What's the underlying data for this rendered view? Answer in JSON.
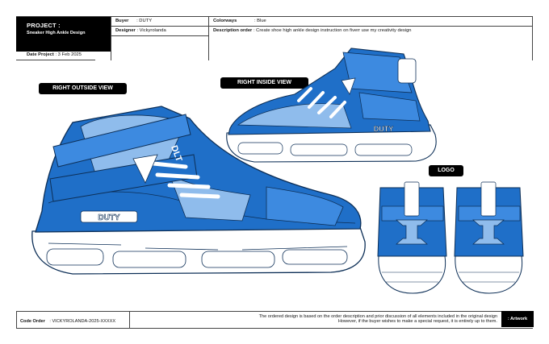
{
  "header": {
    "project_title": "PROJECT :",
    "project_name": "Sneaker High Ankle Design",
    "date_label": "Date Project",
    "date_value": ": 3 Feb 2025",
    "buyer_label": "Buyer",
    "buyer_value": ":  DUTY",
    "designer_label": "Designer",
    "designer_value": ":  Vickyrolanda",
    "colorways_label": "Colorways",
    "colorways_value": ":  Blue",
    "description_label": "Description order",
    "description_value": ":  Create shoe high ankle design instruction on fiverr use my creativity design"
  },
  "views": {
    "outside": "RIGHT OUTSIDE VIEW",
    "inside": "RIGHT INSIDE VIEW",
    "logo": "LOGO"
  },
  "shoe": {
    "brand_text": "DUTY",
    "tongue_text": "DLT",
    "colors": {
      "primary": "#1f6fc8",
      "light": "#8fbcec",
      "mid": "#3d8ae0",
      "outline": "#0d2f57",
      "sole": "#ffffff"
    }
  },
  "footer": {
    "code_label": "Code Order",
    "code_value": ":  VICKYROLANDA-2025-XXXXX",
    "note_line1": "The ordered design is based on the order description and prior discussion of all elements included in the original design",
    "note_line2": "However, if the buyer wishes to make a special request, it is entirely up to them.",
    "artwork_label": ":  Artwork"
  }
}
